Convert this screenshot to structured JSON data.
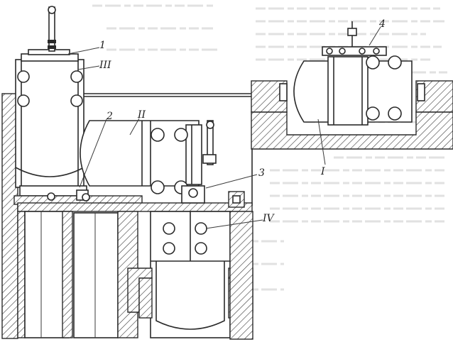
{
  "labels": {
    "l1": "1",
    "l2": "2",
    "l3": "3",
    "l4": "4",
    "lI": "I",
    "lII": "II",
    "lIII": "III",
    "lIV": "IV"
  }
}
